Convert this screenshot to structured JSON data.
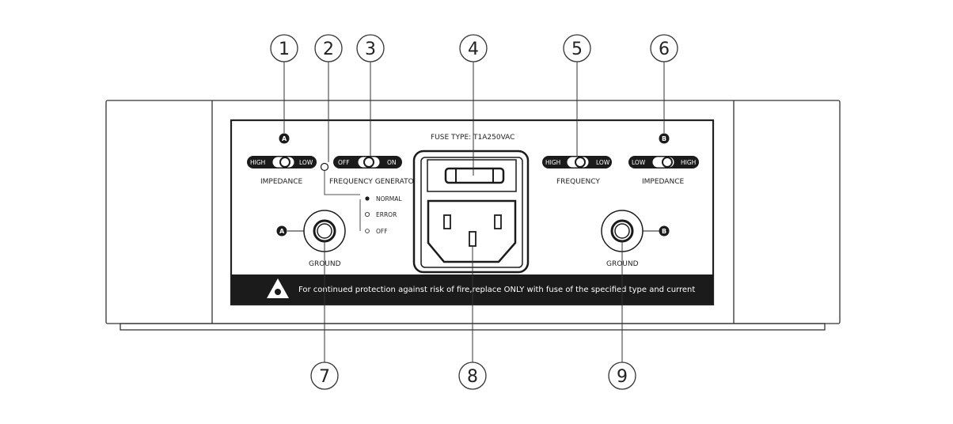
{
  "callouts": [
    "1",
    "2",
    "3",
    "4",
    "5",
    "6",
    "7",
    "8",
    "9"
  ],
  "fuse_type": "FUSE TYPE: T1A250VAC",
  "impedance_a": {
    "badge": "A",
    "left": "HIGH",
    "right": "LOW",
    "label": "IMPEDANCE"
  },
  "frequency_generator": {
    "left": "OFF",
    "right": "ON",
    "label": "FREQUENCY GENERATOR"
  },
  "frequency": {
    "left": "HIGH",
    "right": "LOW",
    "label": "FREQUENCY"
  },
  "impedance_b": {
    "badge": "B",
    "left": "LOW",
    "right": "HIGH",
    "label": "IMPEDANCE"
  },
  "led_legend": {
    "normal": "NORMAL",
    "error": "ERROR",
    "off": "OFF"
  },
  "ground_a": {
    "badge": "A",
    "label": "GROUND"
  },
  "ground_b": {
    "badge": "B",
    "label": "GROUND"
  },
  "warning_text": "For continued protection against risk of fire,replace ONLY with fuse of the specified type and current"
}
